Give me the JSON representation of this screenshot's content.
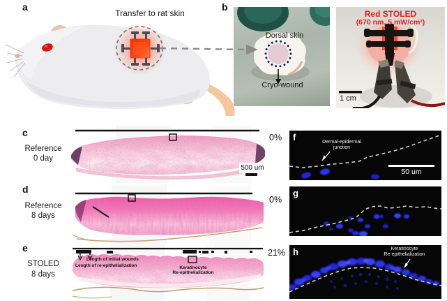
{
  "figure": {
    "panel_a": {
      "label": "a",
      "title": "Transfer to rat skin"
    },
    "panel_b": {
      "label": "b",
      "dorsal_photo": {
        "top_caption": "Dorsal skin",
        "bottom_caption": "Cryo-wound"
      },
      "stoled_photo": {
        "title": "Red STOLED",
        "subtitle": "(670 nm, 5 mW/cm²)",
        "scale_bar": "1 cm"
      }
    },
    "panel_c": {
      "label": "c",
      "row_label_top": "Reference",
      "row_label_bottom": "0 day",
      "re_epithelialization_percent": "0%",
      "scale_bar": "500 um"
    },
    "panel_d": {
      "label": "d",
      "row_label_top": "Reference",
      "row_label_bottom": "8 days",
      "re_epithelialization_percent": "0%"
    },
    "panel_e": {
      "label": "e",
      "row_label_top": "STOLED",
      "row_label_bottom": "8 days",
      "re_epithelialization_percent": "21%",
      "annotations": {
        "initial_wounds": "Length of initial wounds",
        "re_epithelialization": "Length of re-epithelialization",
        "keratinocyte_top": "Keratinocyte",
        "keratinocyte_bottom": "Re-epithelialization"
      }
    },
    "panel_f": {
      "label": "f",
      "annotation_top": "Dermal-epidermal",
      "annotation_bottom": "junction",
      "scale_bar": "50 um"
    },
    "panel_g": {
      "label": "g"
    },
    "panel_h": {
      "label": "h",
      "annotation_top": "Keratinocyte",
      "annotation_bottom": "Re-epithelialization"
    },
    "colors": {
      "accent_red": "#e02018",
      "nuclei_blue": "#2228e0",
      "histology_pink": "#f06aac"
    }
  }
}
